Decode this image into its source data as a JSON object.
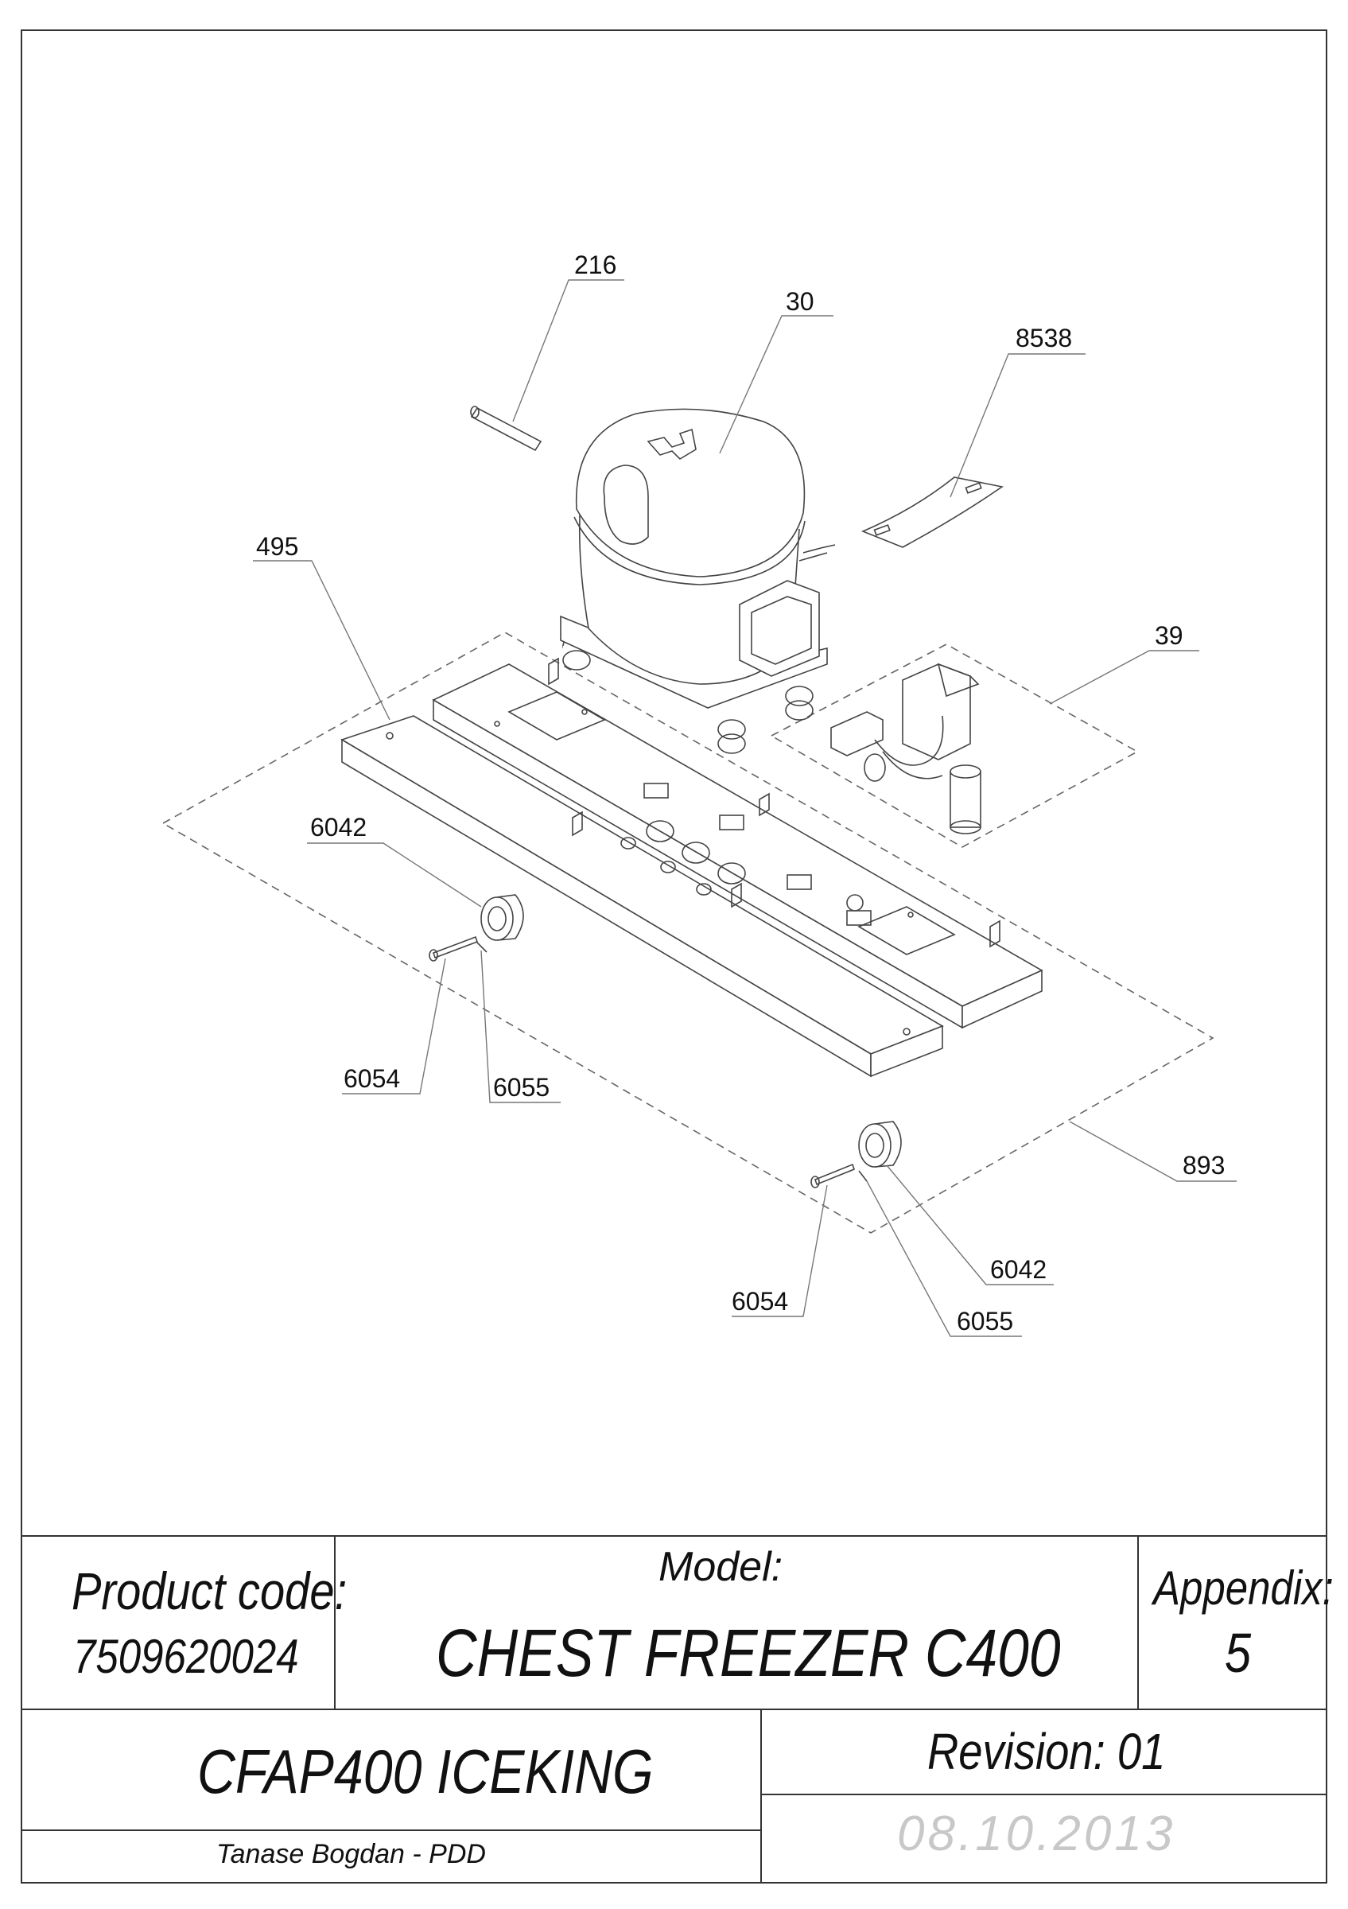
{
  "callouts": {
    "c216": "216",
    "c30": "30",
    "c8538": "8538",
    "c495": "495",
    "c39": "39",
    "c6042a": "6042",
    "c6054a": "6054",
    "c6055a": "6055",
    "c893": "893",
    "c6042b": "6042",
    "c6054b": "6054",
    "c6055b": "6055"
  },
  "title_block": {
    "product_code_label": "Product code:",
    "product_code_value": "7509620024",
    "model_label": "Model:",
    "model_value": "CHEST FREEZER C400",
    "appendix_label": "Appendix:",
    "appendix_value": "5",
    "variant": "CFAP400 ICEKING",
    "revision": "Revision: 01",
    "author": "Tanase Bogdan  - PDD",
    "date": "08.10.2013"
  },
  "colors": {
    "line": "#333333",
    "date_text": "#c8c8c8"
  }
}
